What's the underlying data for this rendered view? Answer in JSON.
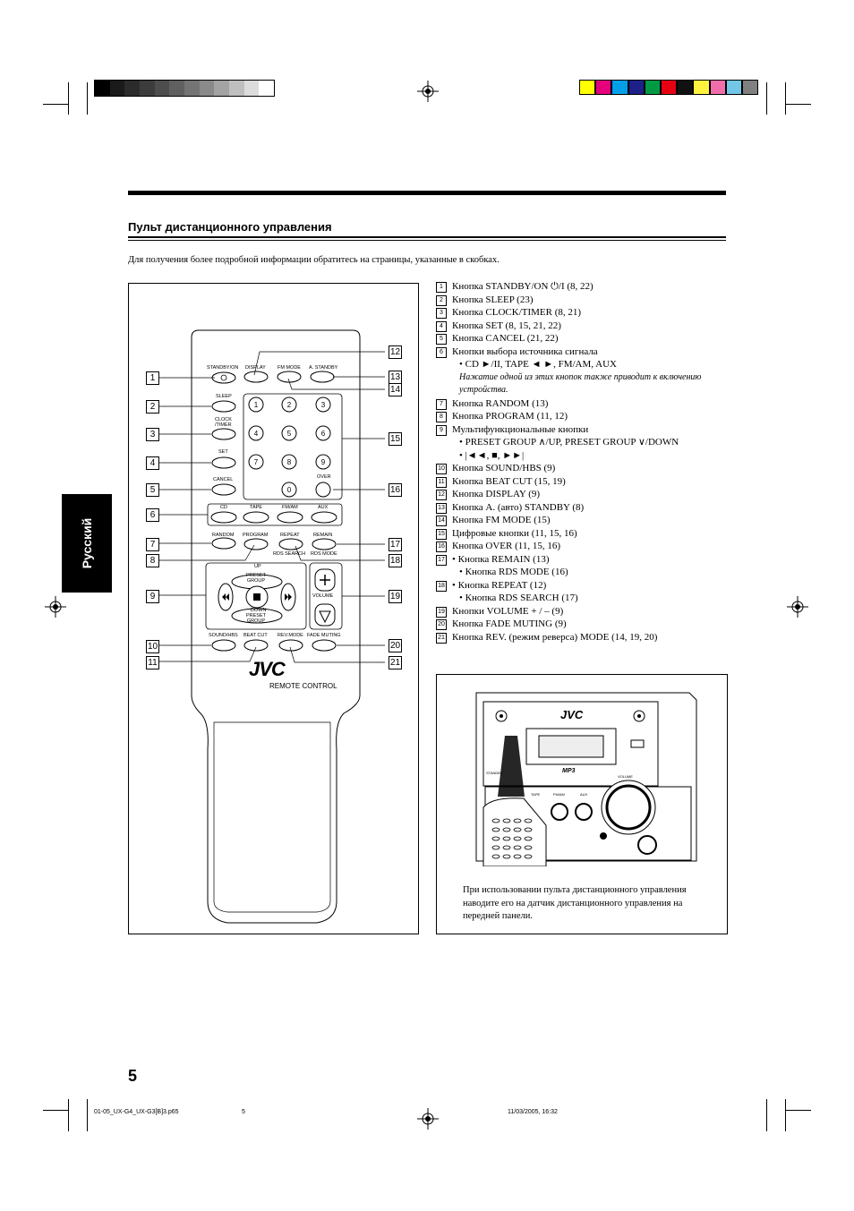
{
  "colors": {
    "gray_bar": [
      "#000000",
      "#1a1a1a",
      "#2b2b2b",
      "#3c3c3c",
      "#4d4d4d",
      "#606060",
      "#747474",
      "#8a8a8a",
      "#a3a3a3",
      "#bfbfbf",
      "#dcdcdc",
      "#ffffff"
    ],
    "color_bar": [
      "#ffff00",
      "#e6007e",
      "#00a0e9",
      "#1d2088",
      "#009944",
      "#e60012",
      "#111111",
      "#fff33f",
      "#f06eaa",
      "#72c7e7",
      "#808080"
    ]
  },
  "section_title": "Пульт дистанционного управления",
  "side_tab": "Русский",
  "intro": "Для получения более подробной информации обратитесь на страницы, указанные в скобках.",
  "items": [
    {
      "n": "1",
      "text": "Кнопка STANDBY/ON ⏻/I (8, 22)"
    },
    {
      "n": "2",
      "text": "Кнопка SLEEP (23)"
    },
    {
      "n": "3",
      "text": "Кнопка CLOCK/TIMER (8, 21)"
    },
    {
      "n": "4",
      "text": "Кнопка SET (8, 15, 21, 22)"
    },
    {
      "n": "5",
      "text": "Кнопка CANCEL (21, 22)"
    },
    {
      "n": "6",
      "text": "Кнопки выбора источника сигнала"
    },
    {
      "n": "",
      "text": "• CD ►/II, TAPE ◄ ►, FM/AM, AUX"
    },
    {
      "n": "",
      "text": "Нажатие одной из этих кнопок также приводит к включению устройства.",
      "italic": true
    },
    {
      "n": "7",
      "text": "Кнопка RANDOM (13)"
    },
    {
      "n": "8",
      "text": "Кнопка PROGRAM (11, 12)"
    },
    {
      "n": "9",
      "text": "Мультифункциональные кнопки"
    },
    {
      "n": "",
      "text": "•   PRESET GROUP ∧/UP, PRESET GROUP ∨/DOWN"
    },
    {
      "n": "",
      "text": "• |◄◄, ■, ►►|"
    },
    {
      "n": "10",
      "text": "Кнопка SOUND/HBS (9)"
    },
    {
      "n": "11",
      "text": "Кнопка BEAT CUT (15, 19)"
    },
    {
      "n": "12",
      "text": "Кнопка DISPLAY (9)"
    },
    {
      "n": "13",
      "text": "Кнопка A. (авто) STANDBY (8)"
    },
    {
      "n": "14",
      "text": "Кнопка FM MODE (15)"
    },
    {
      "n": "15",
      "text": "Цифровые кнопки (11, 15, 16)"
    },
    {
      "n": "16",
      "text": "Кнопка OVER (11, 15, 16)"
    },
    {
      "n": "17",
      "text": "• Кнопка REMAIN (13)"
    },
    {
      "n": "",
      "text": "• Кнопка RDS MODE (16)"
    },
    {
      "n": "18",
      "text": "• Кнопка REPEAT (12)"
    },
    {
      "n": "",
      "text": "• Кнопка RDS SEARCH (17)"
    },
    {
      "n": "19",
      "text": "Кнопки VOLUME + / – (9)"
    },
    {
      "n": "20",
      "text": "Кнопка FADE MUTING (9)"
    },
    {
      "n": "21",
      "text": "Кнопка REV. (режим реверса) MODE (14, 19, 20)"
    }
  ],
  "callouts_left": [
    "1",
    "2",
    "3",
    "4",
    "5",
    "6",
    "7",
    "8",
    "9",
    "10",
    "11"
  ],
  "callouts_right": [
    "12",
    "13",
    "14",
    "15",
    "16",
    "17",
    "18",
    "19",
    "20",
    "21"
  ],
  "remote": {
    "standby": "STANDBY/ON",
    "display": "DISPLAY",
    "fm_mode": "FM MODE",
    "a_standby": "A. STANDBY",
    "sleep": "SLEEP",
    "clock": "CLOCK",
    "timer": "/TIMER",
    "set": "SET",
    "cancel": "CANCEL",
    "digits": [
      "1",
      "2",
      "3",
      "4",
      "5",
      "6",
      "7",
      "8",
      "9",
      "0"
    ],
    "over": "OVER",
    "cd": "CD",
    "tape": "TAPE",
    "fmam": "FM/AM",
    "aux": "AUX",
    "random": "RANDOM",
    "program": "PROGRAM",
    "repeat": "REPEAT",
    "remain": "REMAIN",
    "rds_search": "RDS SEARCH",
    "rds_mode": "RDS MODE",
    "up": "UP",
    "preset_group": "PRESET GROUP",
    "down": "DOWN",
    "volume": "VOLUME",
    "sound": "SOUND/HBS",
    "beat": "BEAT CUT",
    "rev": "REV.MODE",
    "fade": "FADE MUTING",
    "brand": "JVC",
    "remote_control": "REMOTE CONTROL"
  },
  "device": {
    "brand": "JVC",
    "mp3": "MP3",
    "volume": "VOLUME",
    "tape": "TAPE",
    "fmam": "FM/AM",
    "aux": "AUX",
    "standby": "STANDBY"
  },
  "caption": "При использовании пульта дистанционного управления наводите его на датчик дистанционного управления на передней панели.",
  "page_number": "5",
  "footer": {
    "file": "01-05_UX-G4_UX-G3[B]3.p65",
    "page": "5",
    "date": "11/03/2005, 16:32"
  }
}
